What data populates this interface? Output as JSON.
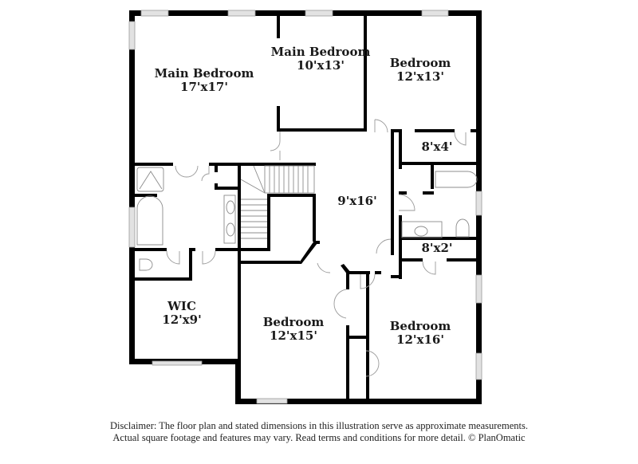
{
  "rooms": [
    {
      "name": "Main Bedroom",
      "dims": "17'x17'"
    },
    {
      "name": "Main Bedroom",
      "dims": "10'x13'"
    },
    {
      "name": "Bedroom",
      "dims": "12'x13'"
    },
    {
      "name": "",
      "dims": "8'x4'"
    },
    {
      "name": "",
      "dims": "9'x16'"
    },
    {
      "name": "",
      "dims": "8'x2'"
    },
    {
      "name": "WIC",
      "dims": "12'x9'"
    },
    {
      "name": "Bedroom",
      "dims": "12'x15'"
    },
    {
      "name": "Bedroom",
      "dims": "12'x16'"
    }
  ],
  "disclaimer": {
    "line1": "Disclaimer: The floor plan and stated dimensions in this illustration serve as approximate measurements.",
    "line2": "Actual square footage and features may vary. Read terms and conditions for more detail. © PlanOmatic"
  },
  "colors": {
    "wall": "#000000",
    "window": "#e2e2e2",
    "fixture": "#8c8c8c"
  }
}
